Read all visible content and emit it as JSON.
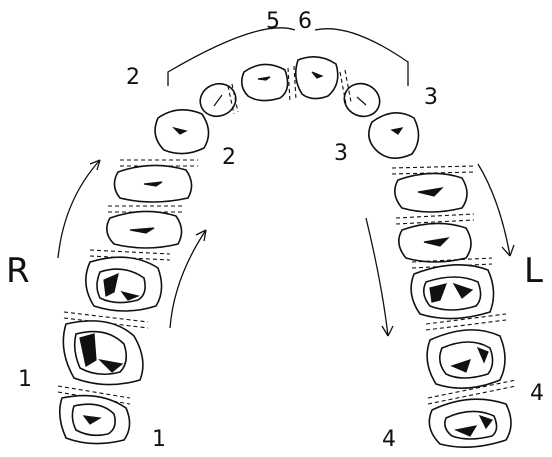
{
  "figure": {
    "labels": {
      "right_side": "R",
      "left_side": "L",
      "top_center_left": "5",
      "top_center_right": "6",
      "upper_left_outer": "2",
      "upper_left_inner": "2",
      "upper_right_outer": "3",
      "upper_right_inner": "3",
      "lower_left_outer": "1",
      "lower_left_inner": "1",
      "lower_right_outer": "4",
      "lower_right_inner": "4"
    }
  }
}
